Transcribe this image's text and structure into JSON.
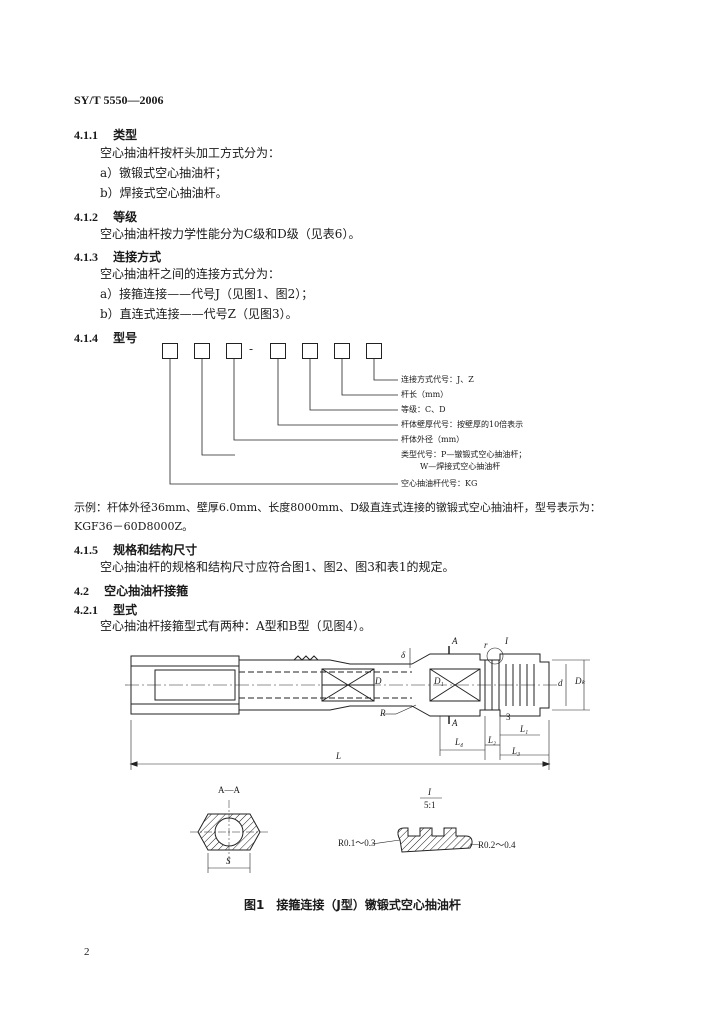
{
  "header": {
    "standard_no": "SY/T 5550—2006"
  },
  "s411": {
    "num": "4.1.1",
    "title": "类型",
    "intro": "空心抽油杆按杆头加工方式分为：",
    "a": "a）镦锻式空心抽油杆；",
    "b": "b）焊接式空心抽油杆。"
  },
  "s412": {
    "num": "4.1.2",
    "title": "等级",
    "text": "空心抽油杆按力学性能分为C级和D级（见表6）。"
  },
  "s413": {
    "num": "4.1.3",
    "title": "连接方式",
    "intro": "空心抽油杆之间的连接方式分为：",
    "a": "a）接箍连接——代号J（见图1、图2）；",
    "b": "b）直连式连接——代号Z（见图3）。"
  },
  "s414": {
    "num": "4.1.4",
    "title": "型号",
    "labels": [
      "连接方式代号：J、Z",
      "杆长（mm）",
      "等级：C、D",
      "杆体壁厚代号：按壁厚的10倍表示",
      "杆体外径（mm）",
      "类型代号：P—镦锻式空心抽油杆；",
      "W—焊接式空心抽油杆",
      "空心抽油杆代号：KG"
    ],
    "example_line1": "示例：杆体外径36mm、壁厚6.0mm、长度8000mm、D级直连式连接的镦锻式空心抽油杆，型号表示为：",
    "example_line2": "KGF36－60D8000Z。"
  },
  "s415": {
    "num": "4.1.5",
    "title": "规格和结构尺寸",
    "text": "空心抽油杆的规格和结构尺寸应符合图1、图2、图3和表1的规定。"
  },
  "s42": {
    "num": "4.2",
    "title": "空心抽油杆接箍"
  },
  "s421": {
    "num": "4.2.1",
    "title": "型式",
    "text": "空心抽油杆接箍型式有两种：A型和B型（见图4）。"
  },
  "figure": {
    "labels": {
      "A1": "A",
      "A2": "A",
      "delta": "δ",
      "r": "r",
      "I": "I",
      "D": "D",
      "d": "d",
      "D1": "D₁",
      "Dk": "Dₖ",
      "R": "R",
      "L": "L",
      "L1": "L₁",
      "L2": "L₂",
      "L3": "L₃",
      "L4": "L₄",
      "three": "3"
    },
    "section_title": "A—A",
    "section_S": "S",
    "detail_title": "I",
    "detail_scale": "5:1",
    "r_left": "R0.1～0.3",
    "r_right": "R0.2～0.4",
    "caption": "图1　接箍连接（J型）镦锻式空心抽油杆"
  },
  "page_number": "2"
}
